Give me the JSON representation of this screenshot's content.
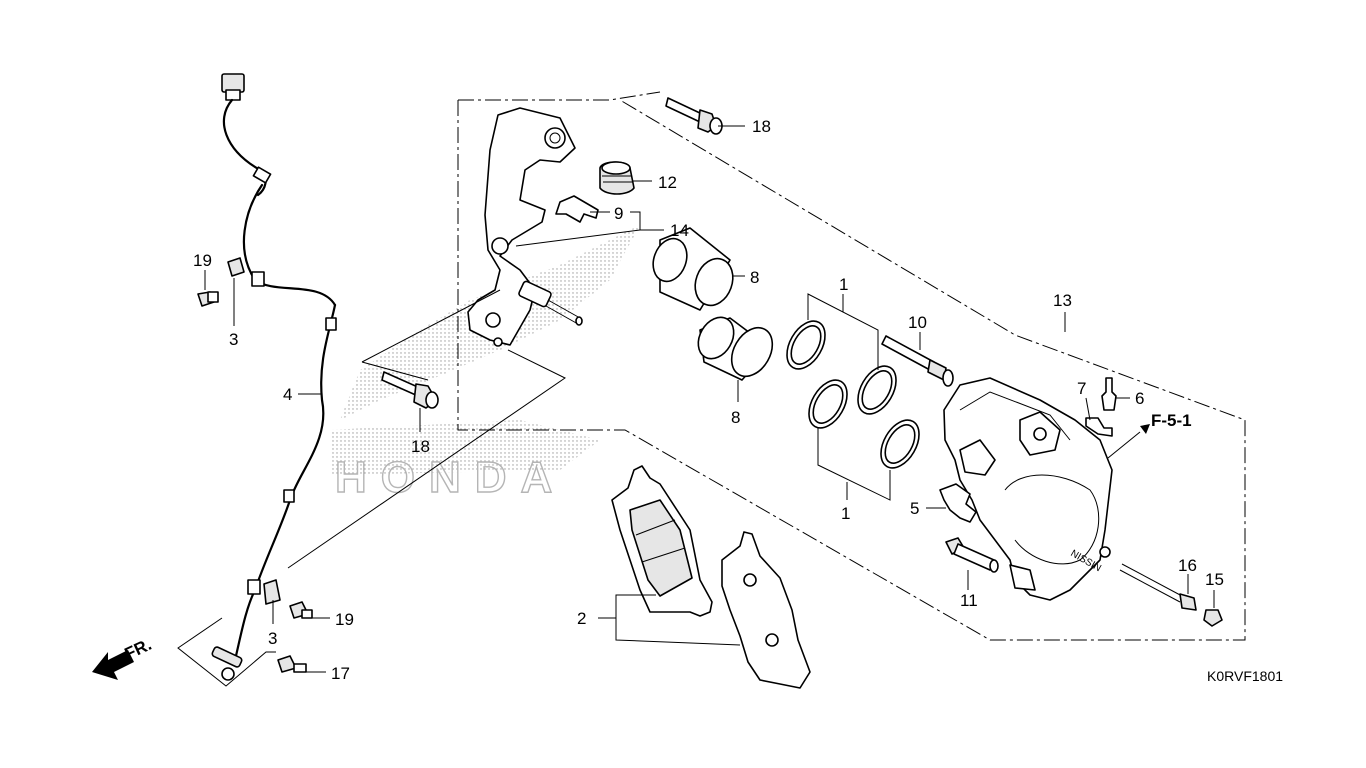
{
  "diagram": {
    "drawing_code": "K0RVF1801",
    "reference_label": "F-5-1",
    "front_indicator": "FR.",
    "watermark": "HONDA",
    "callouts": {
      "c1a": "1",
      "c1b": "1",
      "c2": "2",
      "c3a": "3",
      "c3b": "3",
      "c4": "4",
      "c5": "5",
      "c6": "6",
      "c7": "7",
      "c8a": "8",
      "c8b": "8",
      "c9": "9",
      "c10": "10",
      "c11": "11",
      "c12": "12",
      "c13": "13",
      "c14": "14",
      "c15": "15",
      "c16": "16",
      "c17": "17",
      "c18a": "18",
      "c18b": "18",
      "c19a": "19",
      "c19b": "19"
    }
  }
}
